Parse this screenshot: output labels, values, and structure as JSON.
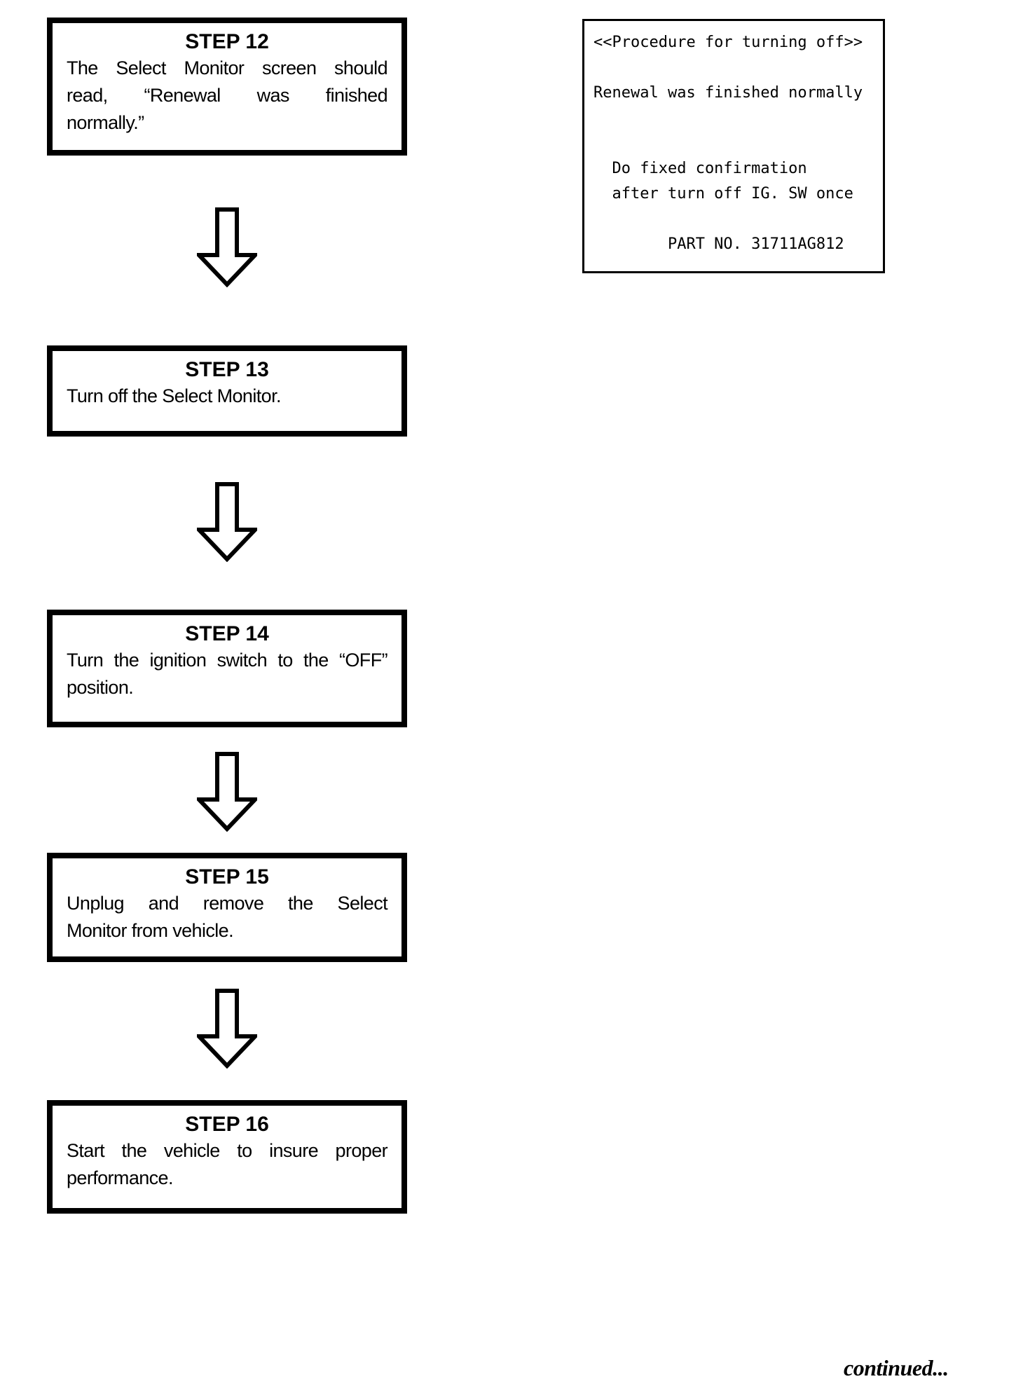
{
  "page": {
    "background_color": "#ffffff",
    "ink_color": "#000000",
    "continued_label": "continued..."
  },
  "flowchart": {
    "connector_icon": "down-arrow",
    "steps": [
      {
        "title": "STEP 12",
        "lines": [
          "The Select Monitor screen should",
          "read, “Renewal was finished",
          "normally.”"
        ]
      },
      {
        "title": "STEP 13",
        "lines": [
          "Turn off the Select Monitor."
        ]
      },
      {
        "title": "STEP 14",
        "lines": [
          "Turn the ignition switch to the “OFF”",
          "position."
        ]
      },
      {
        "title": "STEP 15",
        "lines": [
          "Unplug and remove the Select",
          "Monitor from vehicle."
        ]
      },
      {
        "title": "STEP 16",
        "lines": [
          "Start the vehicle to insure proper",
          "performance."
        ]
      }
    ]
  },
  "monitor_screen": {
    "lines": [
      "<<Procedure for turning off>>",
      "",
      "Renewal was finished normally",
      "",
      "",
      "  Do fixed confirmation",
      "  after turn off IG. SW once",
      "",
      "        PART NO. 31711AG812"
    ],
    "part_no": "31711AG812"
  }
}
